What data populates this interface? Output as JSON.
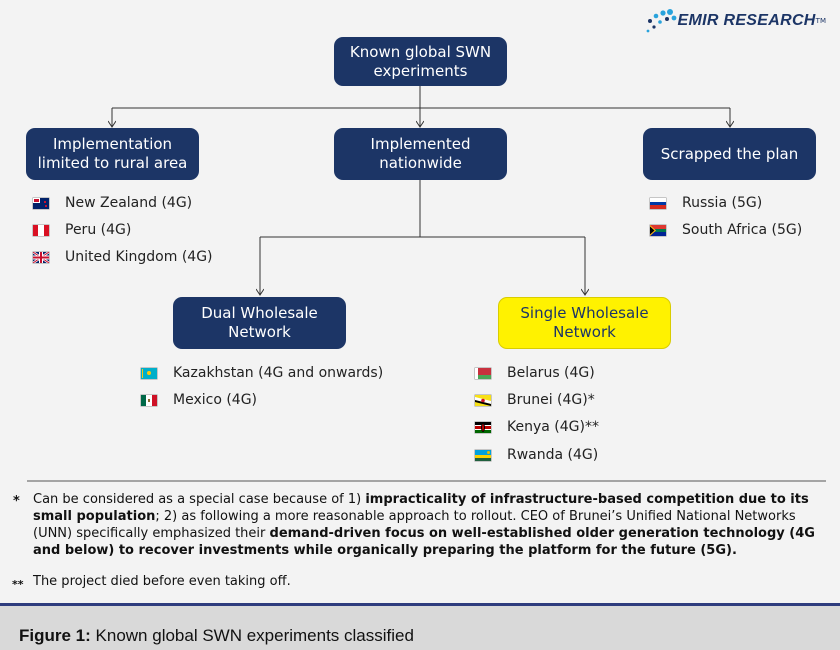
{
  "logo": {
    "text": "EMIR RESEARCH",
    "tm": "TM"
  },
  "boxes": {
    "root": "Known global SWN\nexperiments",
    "rural": "Implementation\nlimited to rural area",
    "nationwide": "Implemented\nnationwide",
    "scrapped": "Scrapped the plan",
    "dual": "Dual Wholesale\nNetwork",
    "single": "Single Wholesale\nNetwork"
  },
  "lists": {
    "rural": [
      "New Zealand (4G)",
      "Peru (4G)",
      "United Kingdom (4G)"
    ],
    "scrapped": [
      "Russia (5G)",
      "South Africa (5G)"
    ],
    "dual": [
      "Kazakhstan (4G and onwards)",
      "Mexico (4G)"
    ],
    "single": [
      "Belarus (4G)",
      "Brunei (4G)*",
      "Kenya (4G)**",
      "Rwanda (4G)"
    ]
  },
  "flags": {
    "rural": [
      "new-zealand-flag-icon",
      "peru-flag-icon",
      "united-kingdom-flag-icon"
    ],
    "scrapped": [
      "russia-flag-icon",
      "south-africa-flag-icon"
    ],
    "dual": [
      "kazakhstan-flag-icon",
      "mexico-flag-icon"
    ],
    "single": [
      "belarus-flag-icon",
      "brunei-flag-icon",
      "kenya-flag-icon",
      "rwanda-flag-icon"
    ]
  },
  "notes": {
    "star1": "*",
    "note1_a": "Can be considered as a special case because of 1) ",
    "note1_b": "impracticality of infrastructure-based competition due to its small population",
    "note1_c": "; 2) as following a more reasonable approach to rollout. CEO of Brunei’s Unified National Networks (UNN) specifically emphasized their ",
    "note1_d": "demand-driven focus on well-established older generation technology (4G and below) to recover investments while organically preparing the platform for the future (5G).",
    "star2": "**",
    "note2": "The project died before even taking off."
  },
  "caption": {
    "label": "Figure 1:",
    "text": "Known global SWN experiments classified"
  },
  "colors": {
    "box": "#1c3566",
    "highlight": "#fff200",
    "caption_bar": "#2e3c7e"
  }
}
